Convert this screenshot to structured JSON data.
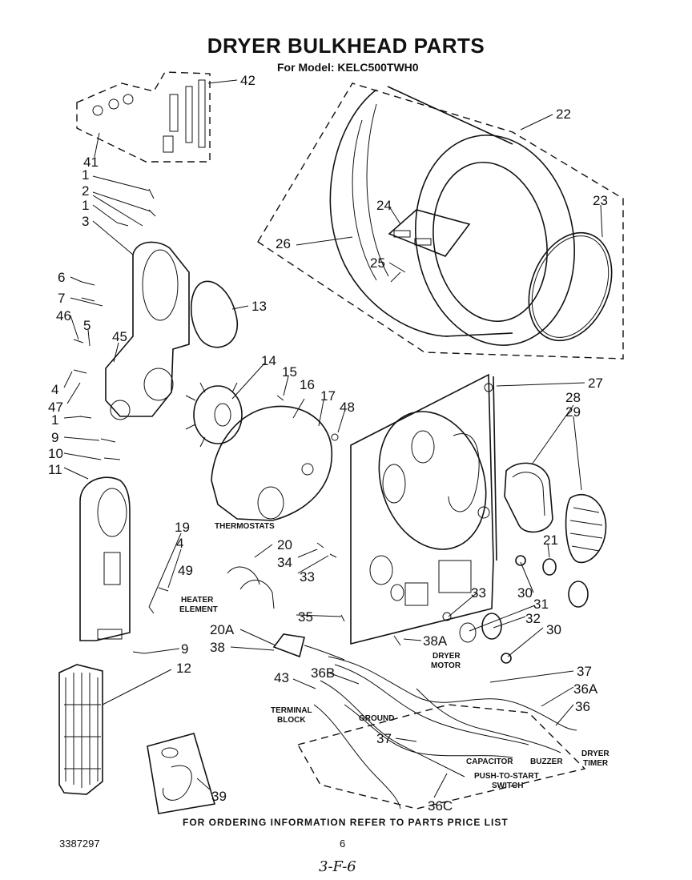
{
  "title": "DRYER BULKHEAD PARTS",
  "subtitle": "For Model: KELC500TWH0",
  "footer_note": "FOR ORDERING INFORMATION REFER TO PARTS PRICE LIST",
  "doc_number": "3387297",
  "page_number": "6",
  "handwritten_note": "3-F-6",
  "callouts": {
    "c42": "42",
    "c41": "41",
    "c1a": "1",
    "c2": "2",
    "c1b": "1",
    "c3": "3",
    "c22": "22",
    "c23": "23",
    "c24": "24",
    "c25": "25",
    "c26": "26",
    "c6": "6",
    "c7": "7",
    "c46": "46",
    "c5": "5",
    "c45": "45",
    "c13": "13",
    "c4a": "4",
    "c47": "47",
    "c1c": "1",
    "c9a": "9",
    "c10": "10",
    "c11": "11",
    "c14": "14",
    "c15": "15",
    "c16": "16",
    "c17": "17",
    "c48": "48",
    "c27": "27",
    "c28": "28",
    "c29": "29",
    "c19": "19",
    "c4b": "4",
    "c49": "49",
    "c20": "20",
    "c34": "34",
    "c33a": "33",
    "c21": "21",
    "c33b": "33",
    "c30a": "30",
    "c31": "31",
    "c32": "32",
    "c30b": "30",
    "c35": "35",
    "c20a": "20A",
    "c38": "38",
    "c38a": "38A",
    "c9b": "9",
    "c12": "12",
    "c37a": "37",
    "c36a": "36A",
    "c36": "36",
    "c36b": "36B",
    "c43": "43",
    "c37b": "37",
    "c36c": "36C",
    "c39": "39"
  },
  "labels": {
    "thermostats": "THERMOSTATS",
    "heater_element_1": "HEATER",
    "heater_element_2": "ELEMENT",
    "dryer_motor_1": "DRYER",
    "dryer_motor_2": "MOTOR",
    "terminal_block_1": "TERMINAL",
    "terminal_block_2": "BLOCK",
    "ground": "GROUND",
    "capacitor": "CAPACITOR",
    "buzzer": "BUZZER",
    "dryer_timer_1": "DRYER",
    "dryer_timer_2": "TIMER",
    "push_to_start_1": "PUSH-TO-START",
    "push_to_start_2": "SWITCH"
  }
}
